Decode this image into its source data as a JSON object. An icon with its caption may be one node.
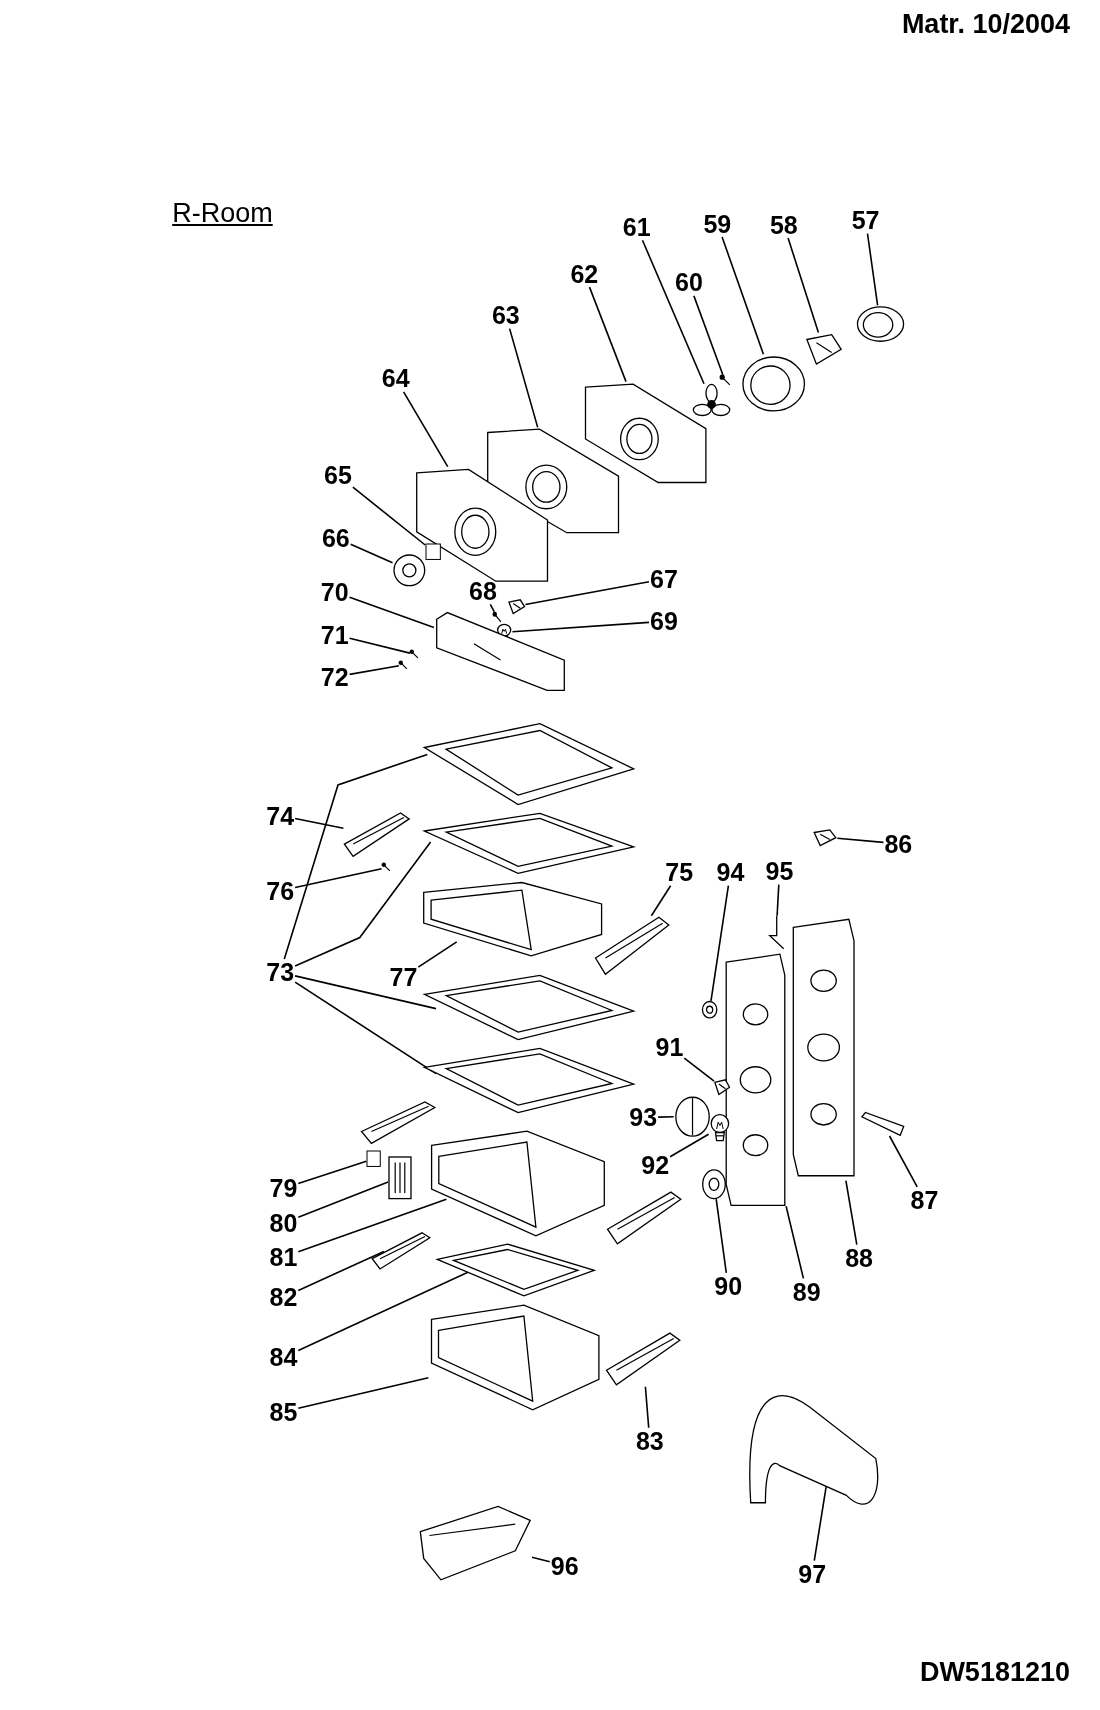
{
  "diagram": {
    "title": "R-Room",
    "nodes": [
      {
        "text": [
          "57"
        ]
      },
      {
        "text": [],
        "shape": "picture"
      },
      {
        "text": [
          "58"
        ]
      },
      {
        "text": [],
        "shape": "picture"
      },
      {
        "text": [
          "59"
        ]
      },
      {
        "text": [],
        "shape": "picture"
      },
      {
        "text": [
          "60"
        ]
      },
      {
        "text": [],
        "shape": "picture"
      },
      {
        "text": [
          "61"
        ]
      },
      {
        "text": [],
        "shape": "picture"
      },
      {
        "text": [
          "62"
        ]
      },
      {
        "text": [],
        "shape": "picture"
      },
      {
        "text": [
          "63"
        ]
      },
      {
        "text": [],
        "shape": "picture"
      },
      {
        "text": [
          "64"
        ]
      },
      {
        "text": [],
        "shape": "picture"
      },
      {
        "text": [
          "65"
        ]
      },
      {
        "text": [],
        "shape": "box"
      },
      {
        "text": [
          "66"
        ]
      },
      {
        "text": [],
        "shape": "picture"
      },
      {
        "text": [
          "67"
        ]
      },
      {
        "text": [],
        "shape": "picture"
      },
      {
        "text": [
          "68"
        ]
      },
      {
        "text": [],
        "shape": "picture"
      },
      {
        "text": [
          "69"
        ]
      },
      {
        "text": [],
        "shape": "picture"
      },
      {
        "text": [
          "70"
        ]
      },
      {
        "text": [],
        "shape": "picture"
      },
      {
        "text": [
          "71"
        ]
      },
      {
        "text": [],
        "shape": "picture"
      },
      {
        "text": [
          "72"
        ]
      },
      {
        "text": [],
        "shape": "picture"
      },
      {
        "text": [
          "73"
        ]
      },
      {
        "text": [],
        "shape": "picture"
      },
      {
        "text": [],
        "shape": "picture"
      },
      {
        "text": [],
        "shape": "picture"
      },
      {
        "text": [],
        "shape": "picture"
      },
      {
        "text": [
          "74"
        ]
      },
      {
        "text": [],
        "shape": "picture"
      },
      {
        "text": [
          "75"
        ]
      },
      {
        "text": [],
        "shape": "picture"
      },
      {
        "text": [
          "76"
        ]
      },
      {
        "text": [],
        "shape": "picture"
      },
      {
        "text": [
          "77"
        ]
      },
      {
        "text": [],
        "shape": "picture"
      },
      {
        "text": [
          "79"
        ]
      },
      {
        "text": [],
        "shape": "box"
      },
      {
        "text": [
          "80"
        ]
      },
      {
        "text": [],
        "shape": "picture"
      },
      {
        "text": [
          "81"
        ]
      },
      {
        "text": [],
        "shape": "picture"
      },
      {
        "text": [
          "82"
        ]
      },
      {
        "text": [],
        "shape": "picture"
      },
      {
        "text": [
          "83"
        ]
      },
      {
        "text": [],
        "shape": "picture"
      },
      {
        "text": [
          "84"
        ]
      },
      {
        "text": [],
        "shape": "picture"
      },
      {
        "text": [
          "85"
        ]
      },
      {
        "text": [],
        "shape": "picture"
      },
      {
        "text": [
          "86"
        ]
      },
      {
        "text": [],
        "shape": "picture"
      },
      {
        "text": [
          "87"
        ]
      },
      {
        "text": [],
        "shape": "picture"
      },
      {
        "text": [
          "88"
        ]
      },
      {
        "text": [],
        "shape": "picture"
      },
      {
        "text": [
          "89"
        ]
      },
      {
        "text": [],
        "shape": "picture"
      },
      {
        "text": [
          "90"
        ]
      },
      {
        "text": [],
        "shape": "picture"
      },
      {
        "text": [
          "91"
        ]
      },
      {
        "text": [],
        "shape": "picture"
      },
      {
        "text": [
          "92"
        ]
      },
      {
        "text": [],
        "shape": "picture"
      },
      {
        "text": [
          "93"
        ]
      },
      {
        "text": [],
        "shape": "picture"
      },
      {
        "text": [
          "94"
        ]
      },
      {
        "text": [],
        "shape": "picture"
      },
      {
        "text": [
          "95"
        ]
      },
      {
        "text": [],
        "shape": "picture"
      },
      {
        "text": [
          "96"
        ]
      },
      {
        "text": [],
        "shape": "picture"
      },
      {
        "text": [
          "97"
        ]
      },
      {
        "text": [],
        "shape": "picture"
      }
    ],
    "edges": [
      {
        "from": 0,
        "to": 1,
        "arrow": "none"
      },
      {
        "from": 2,
        "to": 3,
        "arrow": "none"
      },
      {
        "from": 4,
        "to": 5,
        "arrow": "none"
      },
      {
        "from": 6,
        "to": 7,
        "arrow": "none"
      },
      {
        "from": 8,
        "to": 9,
        "arrow": "none"
      },
      {
        "from": 10,
        "to": 11,
        "arrow": "none"
      },
      {
        "from": 12,
        "to": 13,
        "arrow": "none"
      },
      {
        "from": 14,
        "to": 15,
        "arrow": "none"
      },
      {
        "from": 16,
        "to": 17,
        "arrow": "none"
      },
      {
        "from": 18,
        "to": 19,
        "arrow": "none"
      },
      {
        "from": 20,
        "to": 21,
        "arrow": "none"
      },
      {
        "from": 22,
        "to": 23,
        "arrow": "none"
      },
      {
        "from": 24,
        "to": 25,
        "arrow": "none"
      },
      {
        "from": 26,
        "to": 27,
        "arrow": "none"
      },
      {
        "from": 28,
        "to": 29,
        "arrow": "none"
      },
      {
        "from": 30,
        "to": 31,
        "arrow": "none"
      },
      {
        "from": 32,
        "to": 33,
        "arrow": "none"
      },
      {
        "from": 32,
        "to": 34,
        "arrow": "none"
      },
      {
        "from": 32,
        "to": 35,
        "arrow": "none"
      },
      {
        "from": 32,
        "to": 36,
        "arrow": "none"
      },
      {
        "from": 37,
        "to": 38,
        "arrow": "none"
      },
      {
        "from": 39,
        "to": 40,
        "arrow": "none"
      },
      {
        "from": 41,
        "to": 42,
        "arrow": "none"
      },
      {
        "from": 43,
        "to": 44,
        "arrow": "none"
      },
      {
        "from": 45,
        "to": 46,
        "arrow": "none"
      },
      {
        "from": 47,
        "to": 48,
        "arrow": "none"
      },
      {
        "from": 49,
        "to": 50,
        "arrow": "none"
      },
      {
        "from": 51,
        "to": 52,
        "arrow": "none"
      },
      {
        "from": 53,
        "to": 54,
        "arrow": "none"
      },
      {
        "from": 55,
        "to": 56,
        "arrow": "none"
      },
      {
        "from": 57,
        "to": 58,
        "arrow": "none"
      },
      {
        "from": 59,
        "to": 60,
        "arrow": "none"
      },
      {
        "from": 61,
        "to": 62,
        "arrow": "none"
      },
      {
        "from": 63,
        "to": 64,
        "arrow": "none"
      },
      {
        "from": 65,
        "to": 66,
        "arrow": "none"
      },
      {
        "from": 67,
        "to": 68,
        "arrow": "none"
      },
      {
        "from": 69,
        "to": 70,
        "arrow": "none"
      },
      {
        "from": 71,
        "to": 72,
        "arrow": "none"
      },
      {
        "from": 73,
        "to": 74,
        "arrow": "none"
      },
      {
        "from": 75,
        "to": 76,
        "arrow": "none"
      },
      {
        "from": 77,
        "to": 78,
        "arrow": "none"
      },
      {
        "from": 79,
        "to": 80,
        "arrow": "none"
      },
      {
        "from": 81,
        "to": 82,
        "arrow": "none"
      }
    ],
    "labels": [
      "Matr. 10/2004",
      "DW5181210"
    ]
  }
}
